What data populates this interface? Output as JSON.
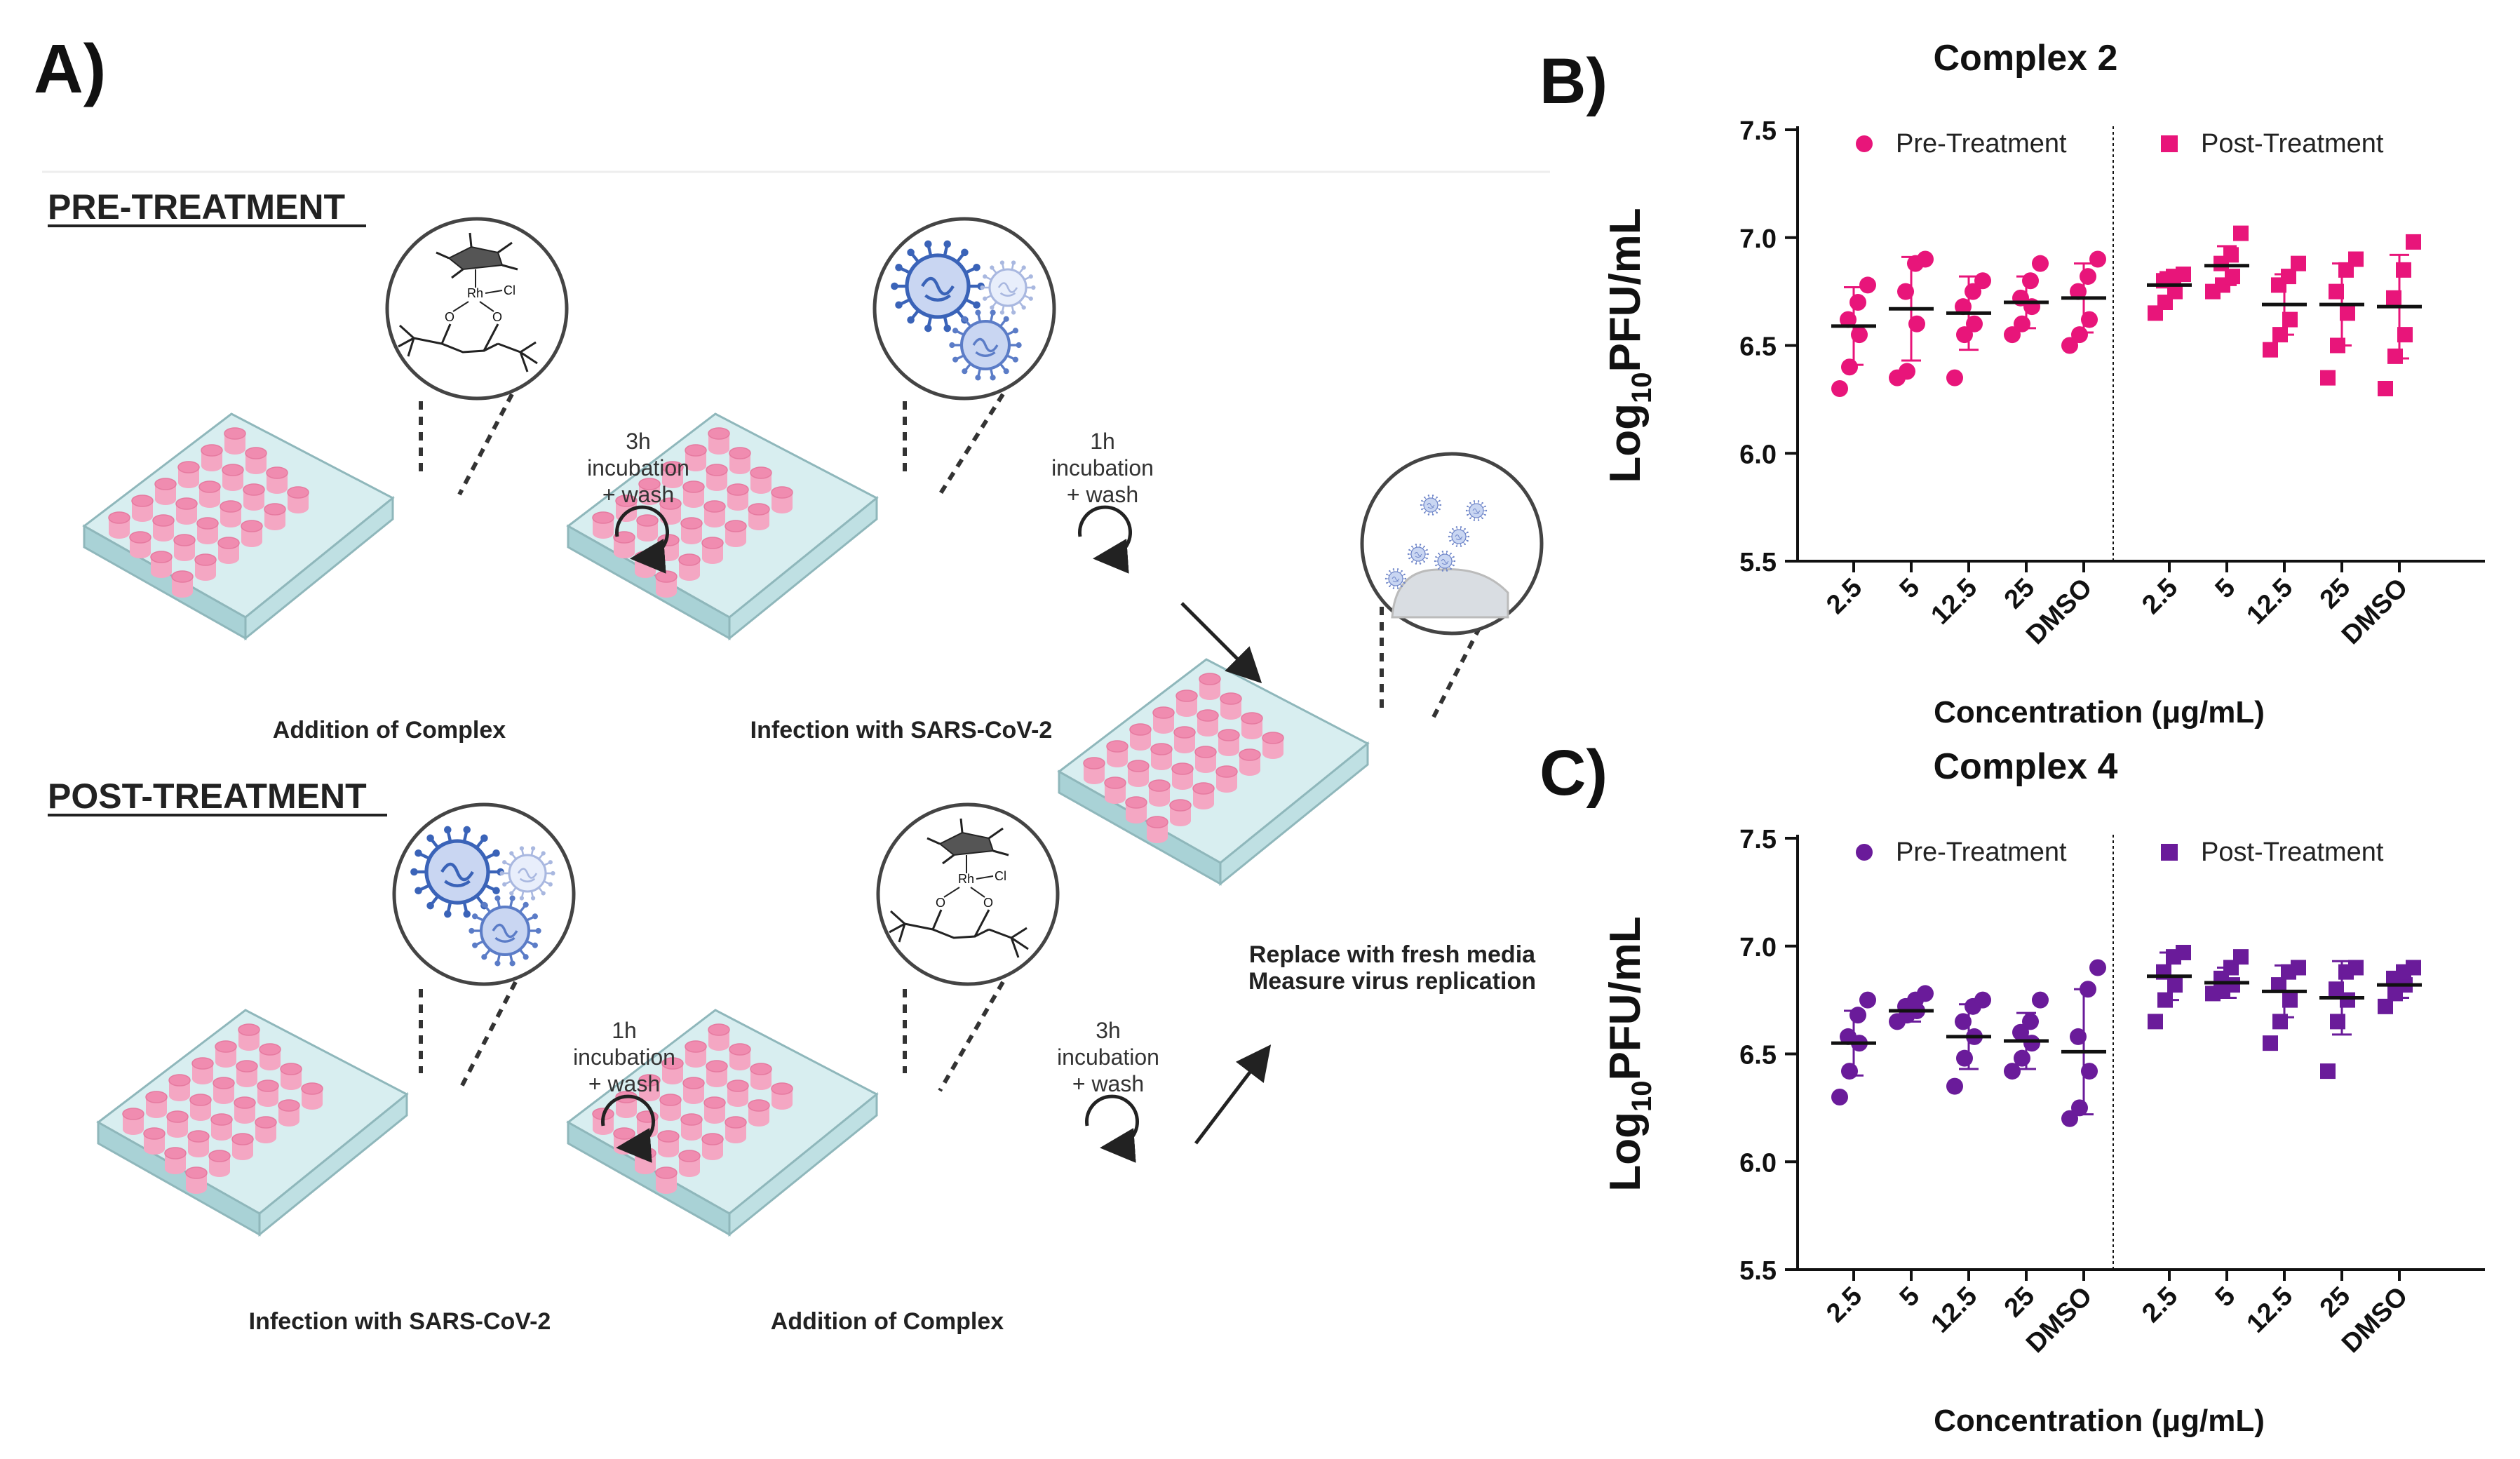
{
  "panel_labels": {
    "a": "A)",
    "b": "B)",
    "c": "C)"
  },
  "schematic": {
    "pre_title": "PRE-TREATMENT",
    "post_title": "POST-TREATMENT",
    "pre_step1": "Addition of Complex",
    "pre_step2": "Infection with SARS-CoV-2",
    "post_step1": "Infection with SARS-CoV-2",
    "post_step2": "Addition of Complex",
    "final_step_line1": "Replace with fresh media",
    "final_step_line2": "Measure virus replication",
    "incubations": [
      {
        "line1": "3h",
        "line2": "incubation",
        "line3": "+ wash"
      },
      {
        "line1": "1h",
        "line2": "incubation",
        "line3": "+ wash"
      },
      {
        "line1": "1h",
        "line2": "incubation",
        "line3": "+ wash"
      },
      {
        "line1": "3h",
        "line2": "incubation",
        "line3": "+ wash"
      }
    ],
    "complex_atoms": {
      "metal": "Rh",
      "halide": "Cl",
      "oxygen": "O"
    },
    "colors": {
      "well": "#f08cb0",
      "plate": "#bfe3e6",
      "virus": "#3a63b8"
    }
  },
  "chart_data": [
    {
      "type": "scatter",
      "title": "Complex 2",
      "xlabel": "Concentration (μg/mL)",
      "ylabel_prefix": "Log",
      "ylabel_sub": "10",
      "ylabel_suffix": "PFU/mL",
      "ylim": [
        5.5,
        7.5
      ],
      "yticks": [
        "5.5",
        "6.0",
        "6.5",
        "7.0",
        "7.5"
      ],
      "categories": [
        "2.5",
        "5",
        "12.5",
        "25",
        "DMSO"
      ],
      "legend_placement": "top",
      "series": [
        {
          "name": "Pre-Treatment",
          "marker": "circle",
          "color": "#e8157a",
          "groups": [
            {
              "points": [
                6.3,
                6.4,
                6.55,
                6.62,
                6.7,
                6.78
              ],
              "mean": 6.59,
              "sd": 0.18
            },
            {
              "points": [
                6.35,
                6.38,
                6.6,
                6.75,
                6.88,
                6.9
              ],
              "mean": 6.67,
              "sd": 0.24
            },
            {
              "points": [
                6.35,
                6.55,
                6.6,
                6.68,
                6.75,
                6.8
              ],
              "mean": 6.65,
              "sd": 0.17
            },
            {
              "points": [
                6.55,
                6.6,
                6.68,
                6.72,
                6.8,
                6.88
              ],
              "mean": 6.7,
              "sd": 0.12
            },
            {
              "points": [
                6.5,
                6.55,
                6.62,
                6.75,
                6.82,
                6.9
              ],
              "mean": 6.72,
              "sd": 0.16
            }
          ]
        },
        {
          "name": "Post-Treatment",
          "marker": "square",
          "color": "#e8157a",
          "groups": [
            {
              "points": [
                6.65,
                6.7,
                6.75,
                6.8,
                6.82,
                6.83
              ],
              "mean": 6.78,
              "sd": 0.06
            },
            {
              "points": [
                6.75,
                6.78,
                6.82,
                6.88,
                6.92,
                7.02
              ],
              "mean": 6.87,
              "sd": 0.09
            },
            {
              "points": [
                6.48,
                6.55,
                6.62,
                6.78,
                6.82,
                6.88
              ],
              "mean": 6.69,
              "sd": 0.14
            },
            {
              "points": [
                6.35,
                6.5,
                6.65,
                6.75,
                6.85,
                6.9
              ],
              "mean": 6.69,
              "sd": 0.19
            },
            {
              "points": [
                6.3,
                6.45,
                6.55,
                6.72,
                6.85,
                6.98
              ],
              "mean": 6.68,
              "sd": 0.24
            }
          ]
        }
      ]
    },
    {
      "type": "scatter",
      "title": "Complex 4",
      "xlabel": "Concentration (μg/mL)",
      "ylabel_prefix": "Log",
      "ylabel_sub": "10",
      "ylabel_suffix": "PFU/mL",
      "ylim": [
        5.5,
        7.5
      ],
      "yticks": [
        "5.5",
        "6.0",
        "6.5",
        "7.0",
        "7.5"
      ],
      "categories": [
        "2.5",
        "5",
        "12.5",
        "25",
        "DMSO"
      ],
      "legend_placement": "top",
      "series": [
        {
          "name": "Pre-Treatment",
          "marker": "circle",
          "color": "#6a1b9a",
          "groups": [
            {
              "points": [
                6.3,
                6.42,
                6.55,
                6.58,
                6.68,
                6.75
              ],
              "mean": 6.55,
              "sd": 0.15
            },
            {
              "points": [
                6.65,
                6.68,
                6.7,
                6.72,
                6.75,
                6.78
              ],
              "mean": 6.7,
              "sd": 0.05
            },
            {
              "points": [
                6.35,
                6.48,
                6.58,
                6.65,
                6.72,
                6.75
              ],
              "mean": 6.58,
              "sd": 0.15
            },
            {
              "points": [
                6.42,
                6.48,
                6.55,
                6.6,
                6.65,
                6.75
              ],
              "mean": 6.56,
              "sd": 0.13
            },
            {
              "points": [
                6.2,
                6.25,
                6.42,
                6.58,
                6.8,
                6.9
              ],
              "mean": 6.51,
              "sd": 0.29
            }
          ]
        },
        {
          "name": "Post-Treatment",
          "marker": "square",
          "color": "#6a1b9a",
          "groups": [
            {
              "points": [
                6.65,
                6.75,
                6.82,
                6.88,
                6.95,
                6.97
              ],
              "mean": 6.86,
              "sd": 0.11
            },
            {
              "points": [
                6.78,
                6.8,
                6.82,
                6.85,
                6.9,
                6.95
              ],
              "mean": 6.83,
              "sd": 0.07
            },
            {
              "points": [
                6.55,
                6.65,
                6.75,
                6.82,
                6.88,
                6.9
              ],
              "mean": 6.79,
              "sd": 0.12
            },
            {
              "points": [
                6.42,
                6.65,
                6.75,
                6.8,
                6.88,
                6.9
              ],
              "mean": 6.76,
              "sd": 0.17
            },
            {
              "points": [
                6.72,
                6.78,
                6.82,
                6.85,
                6.88,
                6.9
              ],
              "mean": 6.82,
              "sd": 0.06
            }
          ]
        }
      ]
    }
  ]
}
